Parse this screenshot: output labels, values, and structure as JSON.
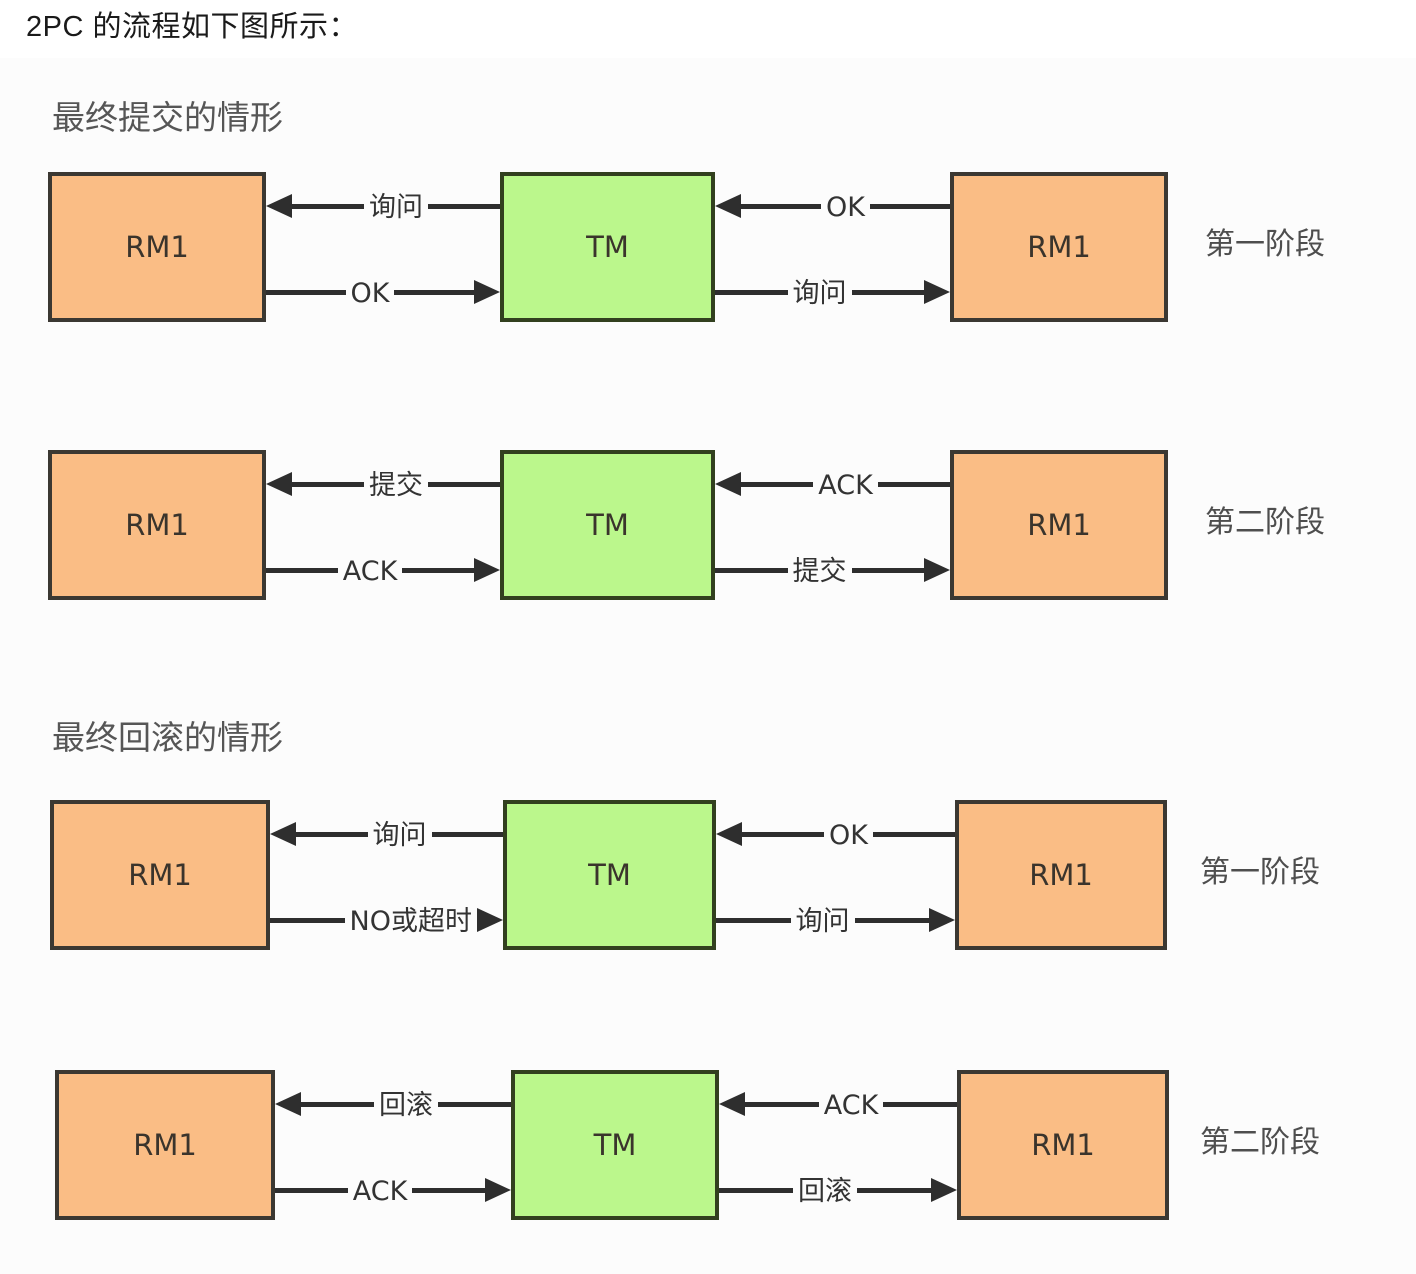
{
  "page": {
    "title": "2PC 的流程如下图所示："
  },
  "colors": {
    "rm_fill": "#FABD85",
    "tm_fill": "#BBF78C",
    "box_border": "#3B3832",
    "arrow": "#2E2E2E",
    "header_text": "#565656",
    "phase_text": "#4E4E4E",
    "background": "#FCFCFC"
  },
  "diagram": {
    "sections": [
      {
        "header": "最终提交的情形",
        "rows": [
          {
            "phase": "第一阶段",
            "left_node": "RM1",
            "center_node": "TM",
            "right_node": "RM1",
            "arrows": {
              "left_top": {
                "label": "询问",
                "direction": "left"
              },
              "left_bottom": {
                "label": "OK",
                "direction": "right"
              },
              "right_top": {
                "label": "OK",
                "direction": "left"
              },
              "right_bottom": {
                "label": "询问",
                "direction": "right"
              }
            }
          },
          {
            "phase": "第二阶段",
            "left_node": "RM1",
            "center_node": "TM",
            "right_node": "RM1",
            "arrows": {
              "left_top": {
                "label": "提交",
                "direction": "left"
              },
              "left_bottom": {
                "label": "ACK",
                "direction": "right"
              },
              "right_top": {
                "label": "ACK",
                "direction": "left"
              },
              "right_bottom": {
                "label": "提交",
                "direction": "right"
              }
            }
          }
        ]
      },
      {
        "header": "最终回滚的情形",
        "rows": [
          {
            "phase": "第一阶段",
            "left_node": "RM1",
            "center_node": "TM",
            "right_node": "RM1",
            "arrows": {
              "left_top": {
                "label": "询问",
                "direction": "left"
              },
              "left_bottom": {
                "label": "NO或超时",
                "direction": "right"
              },
              "right_top": {
                "label": "OK",
                "direction": "left"
              },
              "right_bottom": {
                "label": "询问",
                "direction": "right"
              }
            }
          },
          {
            "phase": "第二阶段",
            "left_node": "RM1",
            "center_node": "TM",
            "right_node": "RM1",
            "arrows": {
              "left_top": {
                "label": "回滚",
                "direction": "left"
              },
              "left_bottom": {
                "label": "ACK",
                "direction": "right"
              },
              "right_top": {
                "label": "ACK",
                "direction": "left"
              },
              "right_bottom": {
                "label": "回滚",
                "direction": "right"
              }
            }
          }
        ]
      }
    ]
  }
}
